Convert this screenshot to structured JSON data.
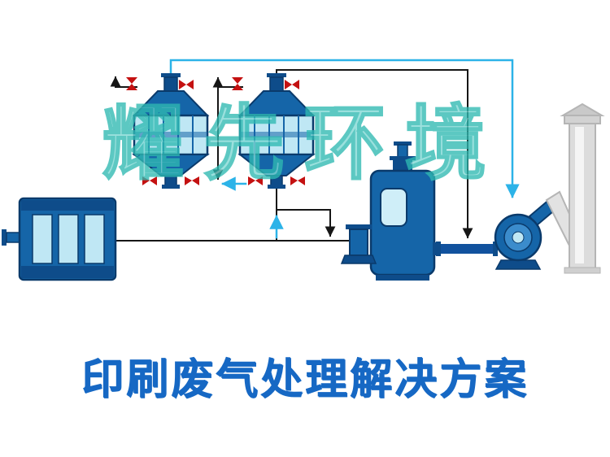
{
  "page": {
    "watermark": "耀先环境",
    "title": "印刷废气处理解决方案"
  },
  "colors": {
    "equipment_blue": "#1565a8",
    "equipment_dark": "#0e4c8a",
    "outline_navy": "#0a3a6b",
    "panel_light": "#bfe7f4",
    "window_light": "#cfeef8",
    "valve_red": "#c41111",
    "arrow_black": "#161616",
    "arrow_cyan": "#2cb3e8",
    "pipe_thick": "#11529e",
    "fan_inner": "#3b8ccc",
    "watermark_teal": "#2fb9b2",
    "watermark_fill": "#7fd8d4",
    "title_blue": "#1668c4",
    "chimney_gray": "#dcdcdc",
    "chimney_edge": "#b5b5b5",
    "background": "#ffffff"
  },
  "diagram": {
    "components": [
      "box-pretreatment-unit",
      "filter-scrubber-unit-1",
      "filter-scrubber-unit-2",
      "adsorption-tank",
      "centrifugal-fan",
      "exhaust-chimney"
    ]
  }
}
